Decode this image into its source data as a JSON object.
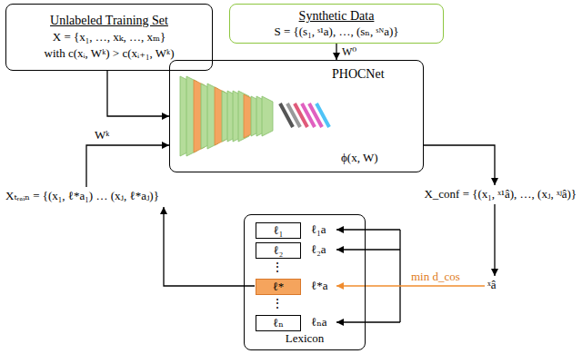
{
  "diagram": {
    "nodes": [
      {
        "text": [
          "Unlabeled Training Set",
          "X = {x₁, …, xₖ, …, xₘ}",
          "with c(xᵢ, Wᵏ) > c(xᵢ₊₁, Wᵏ)"
        ]
      },
      {
        "text": [
          "Synthetic Data",
          "S = {(s₁, ˢ¹a), …, (sₙ, ˢᴺa)}"
        ]
      },
      {
        "text": [
          "PHOCNet",
          "ϕ(x, W)"
        ]
      },
      {
        "text": [
          "Lexicon"
        ]
      },
      {
        "text": [
          "ℓ₁"
        ],
        "in": 3
      },
      {
        "text": [
          "ℓ₂"
        ],
        "in": 3
      },
      {
        "text": [
          "ℓ*"
        ],
        "in": 3
      },
      {
        "text": [
          "ℓₙ"
        ],
        "in": 3
      }
    ],
    "edges": [
      {
        "from": 1,
        "to": 2,
        "label": "W⁰",
        "arrow": "to"
      },
      {
        "from": 0,
        "to": 2,
        "arrow": "to"
      }
    ],
    "labels": [
      "Wᵏ",
      "Xₜᵣₐᵢₙ = {(x₁, ℓ*a₁) … (xⱼ, ℓ*aⱼ)}",
      "X_conf = {(x₁, ˣ¹â), …, (xⱼ, ˣʲâ)}",
      "⋮",
      "⋮",
      "ℓ₁a",
      "ℓ₂a",
      "ℓ*a",
      "ℓₙa",
      "min d_cos",
      "ˣâ"
    ]
  }
}
